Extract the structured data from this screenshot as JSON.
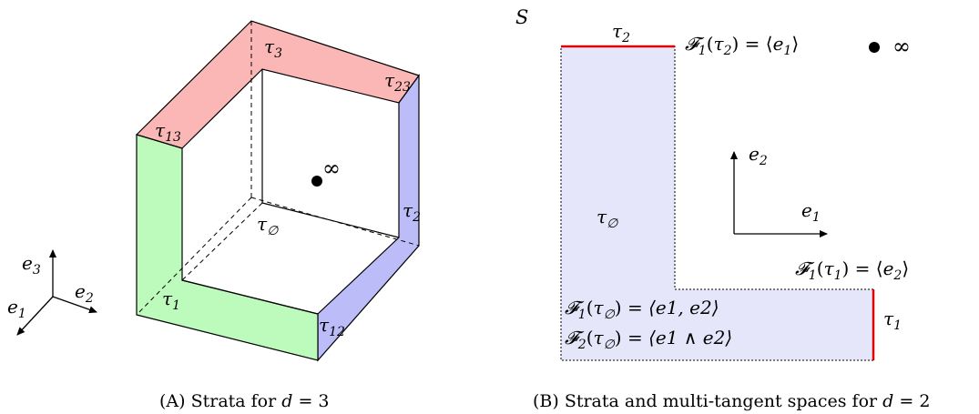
{
  "panel_a": {
    "caption_prefix": "(A) Strata for ",
    "caption_var": "d",
    "caption_eq": " = 3",
    "axes": {
      "e1": "e",
      "e1_sub": "1",
      "e2": "e",
      "e2_sub": "2",
      "e3": "e",
      "e3_sub": "3"
    },
    "strata_labels": {
      "t3": "3",
      "t13": "13",
      "t23": "23",
      "t2": "2",
      "t1": "1",
      "t12": "12",
      "t_empty": "∅"
    },
    "infinity": "∞",
    "colors": {
      "red": "#fbb6b6",
      "green": "#bdfbbd",
      "blue": "#bcbcf9"
    }
  },
  "panel_b": {
    "title": "S",
    "caption_prefix": "(B) Strata and multi-tangent spaces for ",
    "caption_var": "d",
    "caption_eq": " = 2",
    "strata": {
      "tau2_sub": "2",
      "tau1_sub": "1",
      "tau_empty_sub": "∅"
    },
    "eq_F1_tau2": {
      "lhs_sub": "1",
      "arg_sub": "2",
      "rhs_sub": "1"
    },
    "eq_F1_tau1": {
      "lhs_sub": "1",
      "arg_sub": "1",
      "rhs_sub": "2"
    },
    "eq_F1_empty": {
      "lhs_sub": "1",
      "arg_sub": "∅",
      "rhs": "⟨e1, e2⟩"
    },
    "eq_F2_empty": {
      "lhs_sub": "2",
      "arg_sub": "∅",
      "rhs": "⟨e1 ∧ e2⟩"
    },
    "axes": {
      "e1": "e",
      "e1_sub": "1",
      "e2": "e",
      "e2_sub": "2"
    },
    "infinity": "∞",
    "colors": {
      "region": "#e6e6fb",
      "boundary": "#e00000"
    }
  }
}
